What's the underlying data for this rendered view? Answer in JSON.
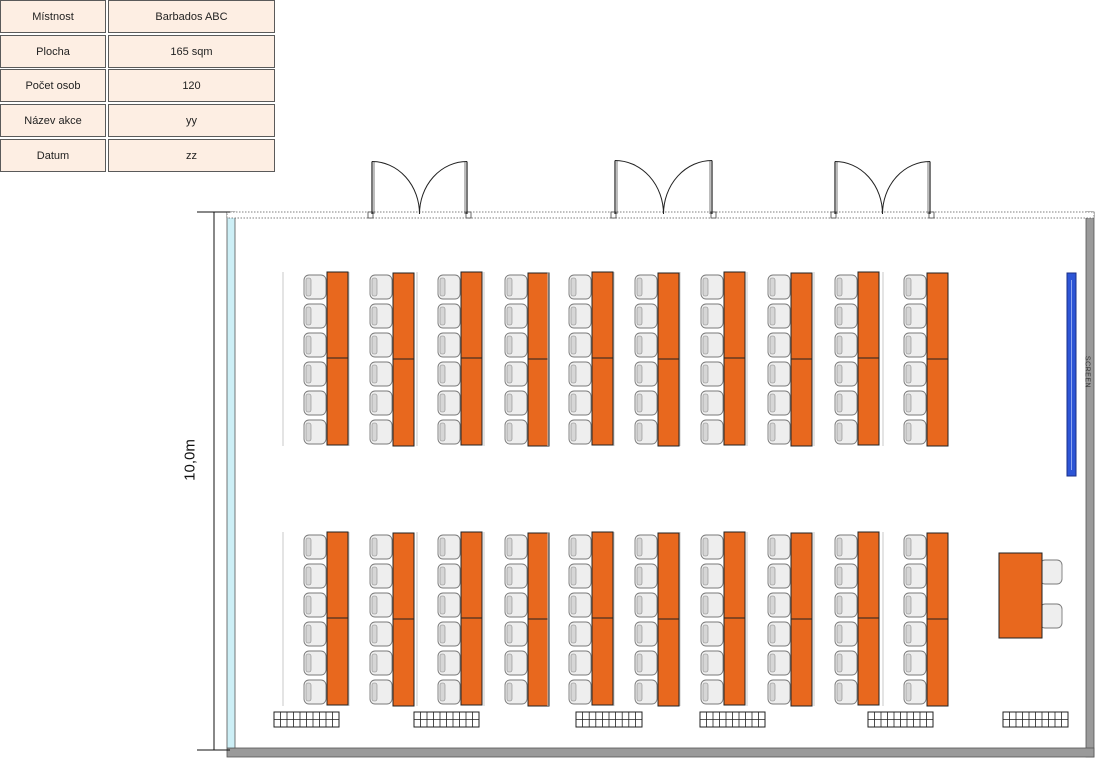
{
  "info": [
    {
      "label": "Místnost",
      "value": "Barbados ABC"
    },
    {
      "label": "Plocha",
      "value": "165 sqm"
    },
    {
      "label": "Počet osob",
      "value": "120"
    },
    {
      "label": "Název akce",
      "value": "yy"
    },
    {
      "label": "Datum",
      "value": "zz"
    }
  ],
  "plan": {
    "dimension_label": "10,0m",
    "screen_label": "SCREEN",
    "colors": {
      "table": "#e8681e",
      "chair": "#eeeeee",
      "wall": "#9a9a9a",
      "window_wall": "#cdeff6",
      "screen": "#2d55d6",
      "info_fill": "#fdeee3"
    }
  }
}
